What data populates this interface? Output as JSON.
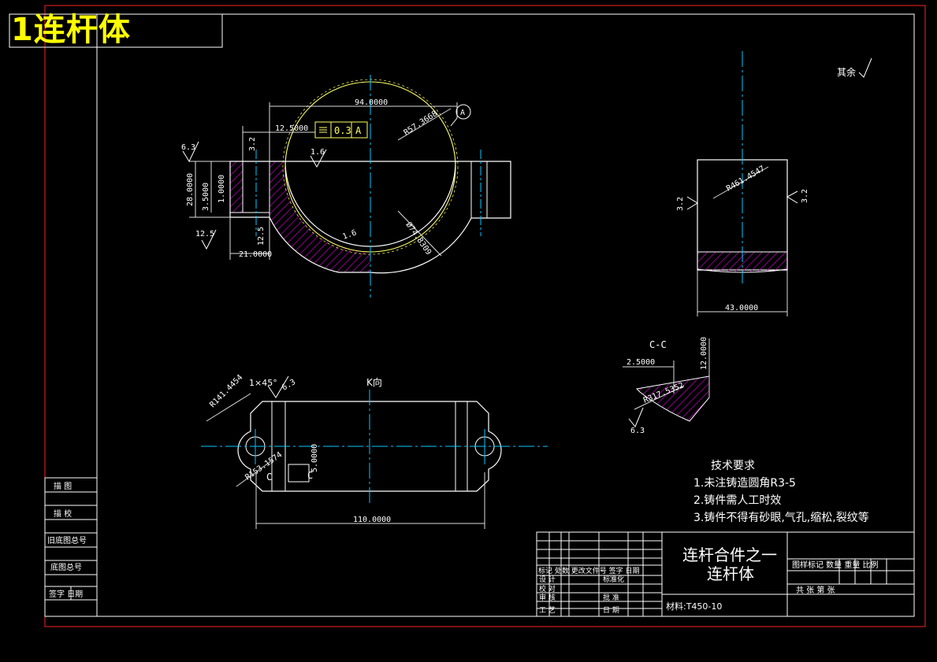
{
  "sheet_title": "1连杆体",
  "roughness_note": "其余",
  "view_labels": {
    "k_view": "K向",
    "section_cc": "C-C",
    "section_mark_c1": "C",
    "section_mark_c2": "C"
  },
  "top_view_dims": {
    "width_94": "94.0000",
    "offset_12_5": "12.5000",
    "tolerance_value": "0.3",
    "tolerance_datum": "A",
    "datum_label": "A",
    "radius_57": "R57.3668",
    "diameter_74": "Ø74.8309",
    "height_28": "28.0000",
    "dim_3_5": "3.5000",
    "dim_1_0": "1.0000",
    "width_21": "21.0000",
    "rough_6_3": "6.3",
    "rough_3_2": "3.2",
    "rough_1_6": "1.6",
    "rough_12_5a": "12.5",
    "rough_12_5b": "12.5",
    "rough_1_6b": "1.6"
  },
  "side_view_dims": {
    "radius_461": "R461.4547",
    "width_43": "43.0000",
    "rough_l": "3.2",
    "rough_r": "3.2"
  },
  "k_view_dims": {
    "chamfer": "1×45°",
    "rough": "6.3",
    "radius_141": "R141.4454",
    "radius_153": "R153.1574",
    "depth": "5.0000",
    "width_110": "110.0000"
  },
  "cc_dims": {
    "dim_2_5": "2.5000",
    "dim_12": "12.0000",
    "radius_317": "R317.5352",
    "rough": "6.3"
  },
  "tech_requirements": {
    "title": "技术要求",
    "items": [
      "1.未注铸造圆角R3-5",
      "2.铸件需人工时效",
      "3.铸件不得有砂眼,气孔,缩松,裂纹等"
    ]
  },
  "left_stamp": [
    "描 图",
    "描 校",
    "旧底图总号",
    "底图总号",
    "签字 日期"
  ],
  "title_block": {
    "part_name_line1": "连杆合件之一",
    "part_name_line2": "连杆体",
    "material": "材料:T450-10",
    "header_row": "标记  处数  更改文件号  签字  日期",
    "design": "设 计",
    "standardize": "标准化",
    "check": "校 对",
    "review": "审 核",
    "approve": "批 准",
    "process": "工 艺",
    "date": "日 期",
    "stage_header": "图样标记  数量  重量  比例",
    "sheets_row": "共   张   第   张"
  },
  "colors": {
    "outline": "#ffffff",
    "frame": "#ff2020",
    "centerline": "#00c8ff",
    "dimension": "#e8e8e8",
    "hatch": "#c000c0",
    "title": "#ffff00",
    "circle": "#ffff66"
  }
}
